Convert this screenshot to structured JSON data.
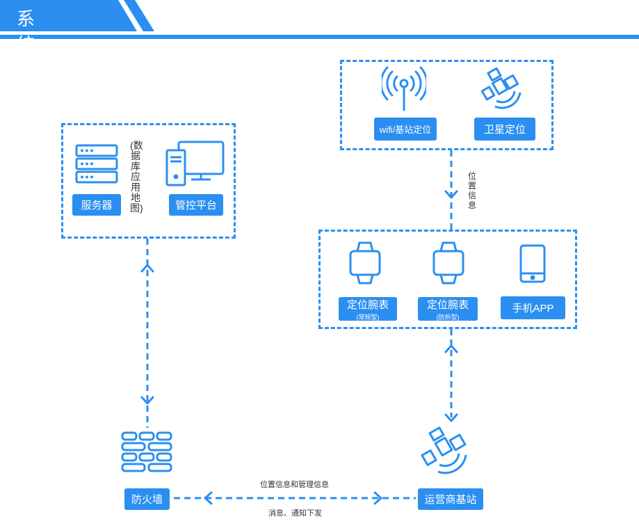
{
  "header": {
    "title": "系统构架"
  },
  "colors": {
    "accent": "#2a8ff0"
  },
  "top_box": {
    "items": [
      {
        "label": "wifi/基站定位",
        "icon": "wifi-antenna-icon"
      },
      {
        "label": "卫星定位",
        "icon": "satellite-icon"
      }
    ]
  },
  "edge_top_to_mid": "位置信息",
  "mid_box": {
    "items": [
      {
        "label": "定位腕表",
        "sub": "(常规型)",
        "icon": "smartwatch-icon"
      },
      {
        "label": "定位腕表",
        "sub": "(防拆型)",
        "icon": "smartwatch-icon"
      },
      {
        "label": "手机APP",
        "icon": "tablet-icon"
      }
    ]
  },
  "left_box": {
    "server_label": "服务器",
    "platform_label": "管控平台",
    "db_note": "(数据库应用地图)",
    "icons": [
      "server-icon",
      "computer-icon"
    ]
  },
  "firewall": {
    "label": "防火墙",
    "icon": "firewall-brick-icon"
  },
  "carrier": {
    "label": "运营商基站",
    "icon": "satellite-icon"
  },
  "edge_bottom": {
    "top": "位置信息和管理信息",
    "bottom": "消息、通知下发"
  }
}
